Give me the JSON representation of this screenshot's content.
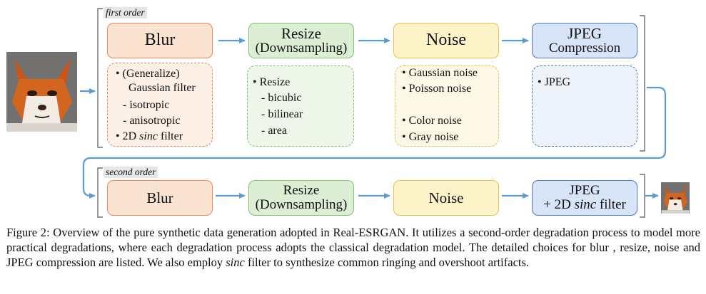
{
  "first_order": {
    "tag": "first order",
    "blur": {
      "title": "Blur"
    },
    "resize": {
      "title": "Resize",
      "subtitle": "(Downsampling)"
    },
    "noise": {
      "title": "Noise"
    },
    "jpeg": {
      "title": "JPEG",
      "subtitle": "Compression"
    },
    "blur_details": [
      "• (Generalize)",
      "Gaussian filter",
      "- isotropic",
      "- anisotropic",
      "• 2D sinc filter"
    ],
    "resize_details": [
      "• Resize",
      "- bicubic",
      "- bilinear",
      "- area"
    ],
    "noise_details": [
      "• Gaussian noise",
      "• Poisson noise",
      "• Color noise",
      "• Gray noise"
    ],
    "jpeg_details": [
      "• JPEG"
    ]
  },
  "second_order": {
    "tag": "second order",
    "blur": {
      "title": "Blur"
    },
    "resize": {
      "title": "Resize",
      "subtitle": "(Downsampling)"
    },
    "noise": {
      "title": "Noise"
    },
    "jpeg": {
      "title": "JPEG",
      "subtitle": "+ 2D sinc filter"
    }
  },
  "caption": {
    "label": "Figure 2:",
    "text": "Overview of the pure synthetic data generation adopted in Real-ESRGAN. It utilizes a second-order degradation process to model more practical degradations, where each degradation process adopts the classical degradation model. The detailed choices for blur , resize, noise and JPEG compression are listed. We also employ sinc filter to synthesize common ringing and overshoot artifacts."
  },
  "colors": {
    "blur": "#e9875a",
    "resize": "#86bf74",
    "noise": "#e6c24d",
    "jpeg": "#4f77c6",
    "arrow": "#5b9bd5"
  }
}
